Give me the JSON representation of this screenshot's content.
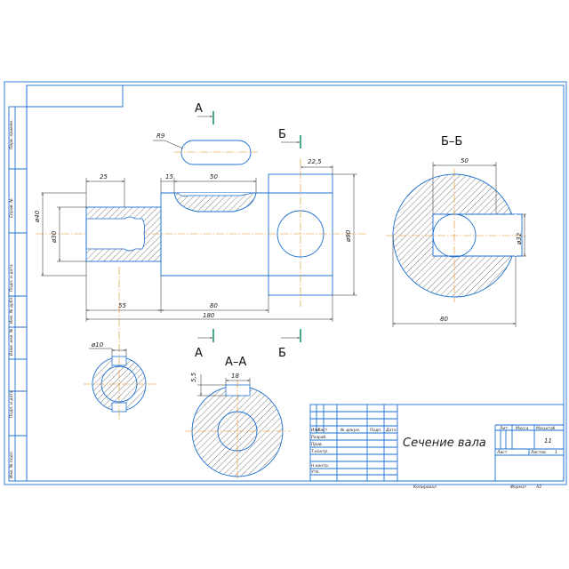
{
  "drawing": {
    "title": "Сечение вала",
    "sheet_number": "11",
    "section_label_bb": "Б–Б",
    "section_label_aa": "А–А",
    "cut_a_top": "А",
    "cut_a_bottom": "А",
    "cut_b_top": "Б",
    "cut_b_bottom": "Б",
    "dims": {
      "d40": "ø40",
      "d30": "ø30",
      "len25": "25",
      "len15": "15",
      "len50": "50",
      "r9": "R9",
      "len22_5": "22,5",
      "d90": "ø90",
      "len55": "55",
      "len80": "80",
      "len180": "180",
      "d10": "ø10",
      "bb_50": "50",
      "bb_d32": "ø32",
      "bb_80": "80",
      "aa_18": "18",
      "aa_5_5": "5,5"
    },
    "side_labels": [
      "Перв. примен.",
      "Справ. №",
      "Подп. и дата",
      "Инв. № дубл.",
      "Взам. инв. №",
      "Подп. и дата",
      "Инв. № подл."
    ],
    "title_block": {
      "izm": "Изм",
      "list": "Лист",
      "doc_no": "№ докум.",
      "podp": "Подп.",
      "data": "Дата",
      "razrab": "Разраб.",
      "prov": "Пров.",
      "t_kontr": "Т.контр.",
      "n_kontr": "Н.контр.",
      "utv": "Утв.",
      "lit": "Лит.",
      "massa": "Масса",
      "masshtab": "Масштаб",
      "list2": "Лист",
      "listov": "Листов",
      "listov_val": "1"
    },
    "footer": {
      "kopiroval": "Копировал",
      "format": "Формат",
      "format_val": "А3"
    }
  }
}
